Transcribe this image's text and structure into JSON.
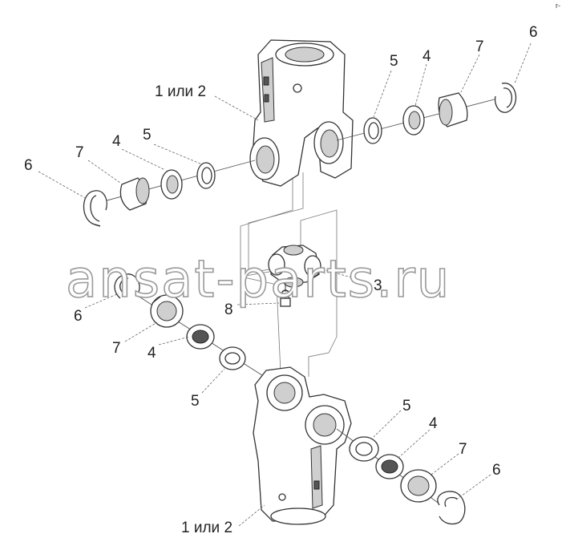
{
  "labels": {
    "part_1_or_2": "1 или 2",
    "part_3": "3",
    "part_4": "4",
    "part_5": "5",
    "part_6": "6",
    "part_7": "7",
    "part_8": "8"
  },
  "watermark": "ansat-parts.ru",
  "corner_mark": "r-"
}
